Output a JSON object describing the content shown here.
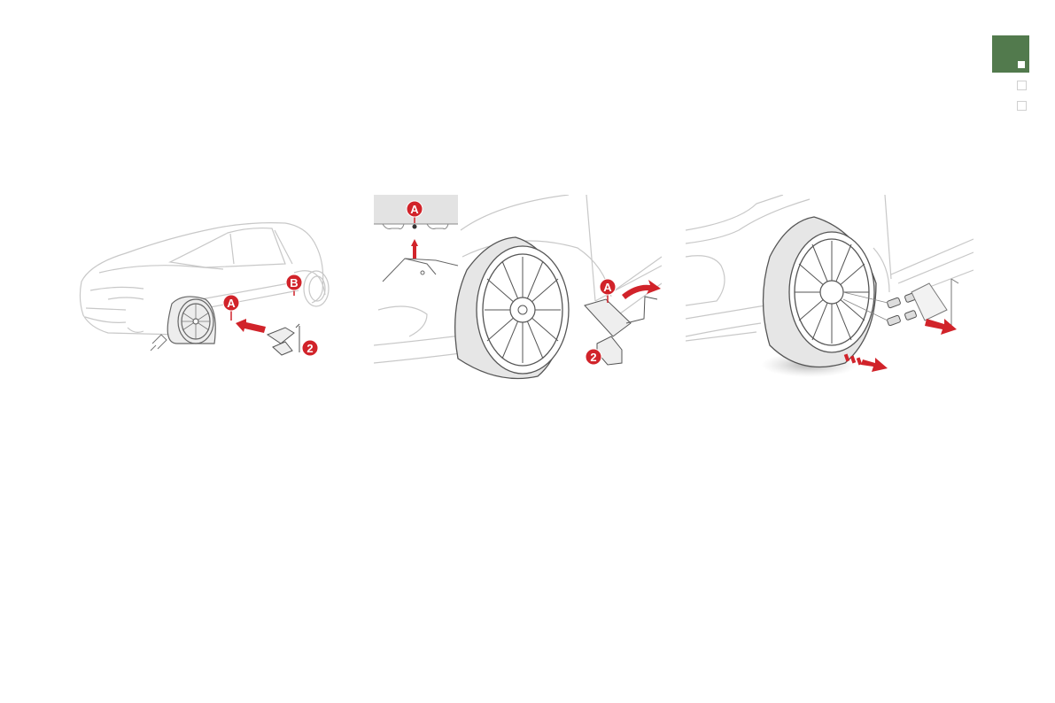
{
  "page_nav": {
    "active_color": "#527a4d",
    "inactive_border": "#d0d0d0",
    "items": [
      {
        "state": "active"
      },
      {
        "state": "inactive"
      },
      {
        "state": "inactive"
      }
    ]
  },
  "accent_color": "#d1232a",
  "illustrations": [
    {
      "id": "step-1-car-overview",
      "description": "Car side view with jack placement points and jack",
      "labels": {
        "a": "A",
        "b": "B",
        "two": "2"
      }
    },
    {
      "id": "step-2-jack-raising",
      "description": "Jack positioned at point A, crank rotated to raise car; inset shows jacking point",
      "labels": {
        "inset_a": "A",
        "a": "A",
        "two": "2"
      }
    },
    {
      "id": "step-3-wheel-removal",
      "description": "Wheel bolts removed and wheel pulled off hub",
      "labels": {}
    }
  ]
}
